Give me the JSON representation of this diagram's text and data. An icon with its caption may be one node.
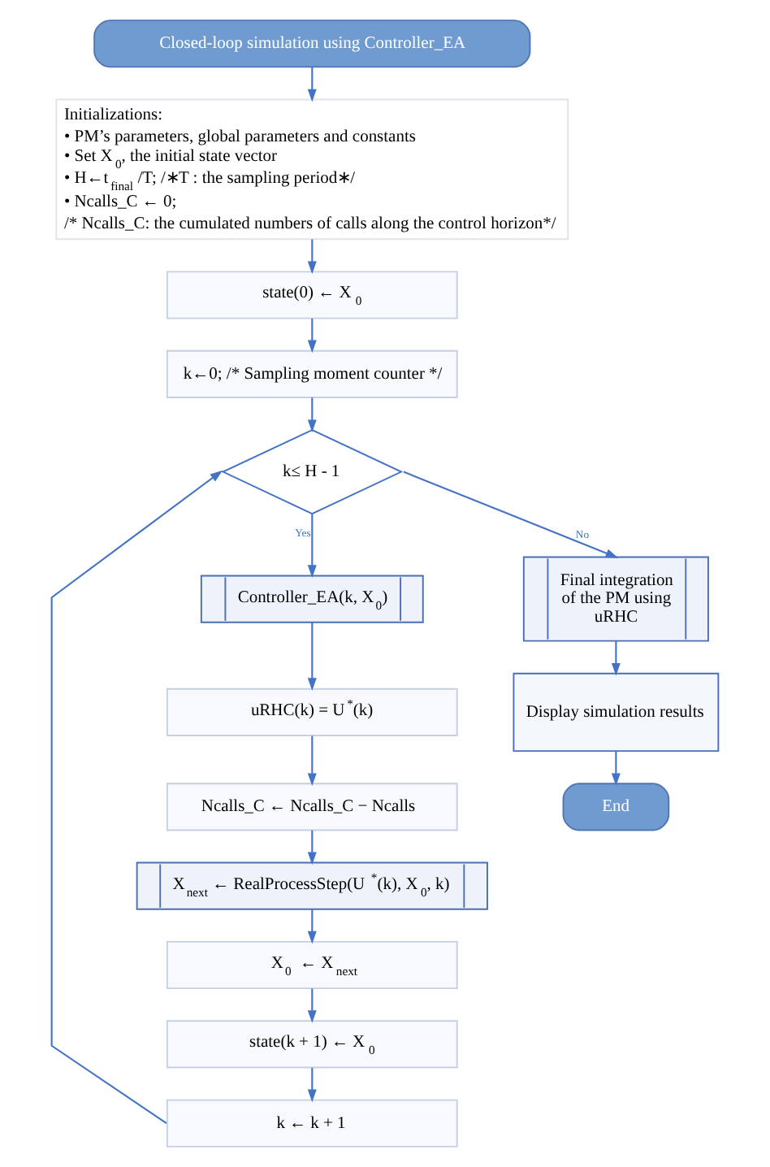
{
  "diagram": {
    "nodes": [
      {
        "text": [
          "Closed-loop simulation using Controller_EA"
        ]
      },
      {
        "text": [
          "Initializations:",
          "• PM’s parameters, global parameters and constants",
          "• Set X$_{0}$, the initial state vector",
          "• H←t$_{final}$ /T; /∗T : the sampling period∗/",
          "• Ncalls_C ← 0;",
          "/* Ncalls_C: the cumulated numbers of calls along the control horizon*/"
        ]
      },
      {
        "text": [
          "state(0) ← X$_{0}$"
        ]
      },
      {
        "text": [
          "k←0; /* Sampling moment counter */"
        ]
      },
      {
        "text": [
          "k≤ H - 1"
        ]
      },
      {
        "text": [
          "Controller_EA(k, X$_{0}$)"
        ]
      },
      {
        "text": [
          "uRHC(k) = U$^{*}$(k)"
        ]
      },
      {
        "text": [
          "Ncalls_C ← Ncalls_C − Ncalls"
        ]
      },
      {
        "text": [
          "X$_{next}$ ← RealProcessStep(U$^{*}$(k), X$_{0}$, k)"
        ]
      },
      {
        "text": [
          "X$_{0}$ ← X$_{next}$"
        ]
      },
      {
        "text": [
          "state(k + 1) ← X$_{0}$"
        ]
      },
      {
        "text": [
          "k ← k + 1"
        ]
      },
      {
        "text": [
          "Final integration of the PM using uRHC"
        ]
      },
      {
        "text": [
          "Display simulation results"
        ]
      },
      {
        "text": [
          "End"
        ]
      }
    ],
    "edges": [
      {
        "from": 0,
        "to": 1,
        "arrow": "to"
      },
      {
        "from": 1,
        "to": 2,
        "arrow": "to"
      },
      {
        "from": 2,
        "to": 3,
        "arrow": "to"
      },
      {
        "from": 3,
        "to": 4,
        "arrow": "to"
      },
      {
        "from": 4,
        "to": 5,
        "arrow": "to",
        "label": "Yes"
      },
      {
        "from": 5,
        "to": 6,
        "arrow": "to"
      },
      {
        "from": 6,
        "to": 7,
        "arrow": "to"
      },
      {
        "from": 7,
        "to": 8,
        "arrow": "to"
      },
      {
        "from": 8,
        "to": 9,
        "arrow": "to"
      },
      {
        "from": 9,
        "to": 10,
        "arrow": "to"
      },
      {
        "from": 10,
        "to": 11,
        "arrow": "to"
      },
      {
        "from": 11,
        "to": 4,
        "arrow": "to"
      },
      {
        "from": 4,
        "to": 12,
        "arrow": "to",
        "label": "No"
      },
      {
        "from": 12,
        "to": 13,
        "arrow": "to"
      },
      {
        "from": 13,
        "to": 14,
        "arrow": "to"
      }
    ]
  }
}
